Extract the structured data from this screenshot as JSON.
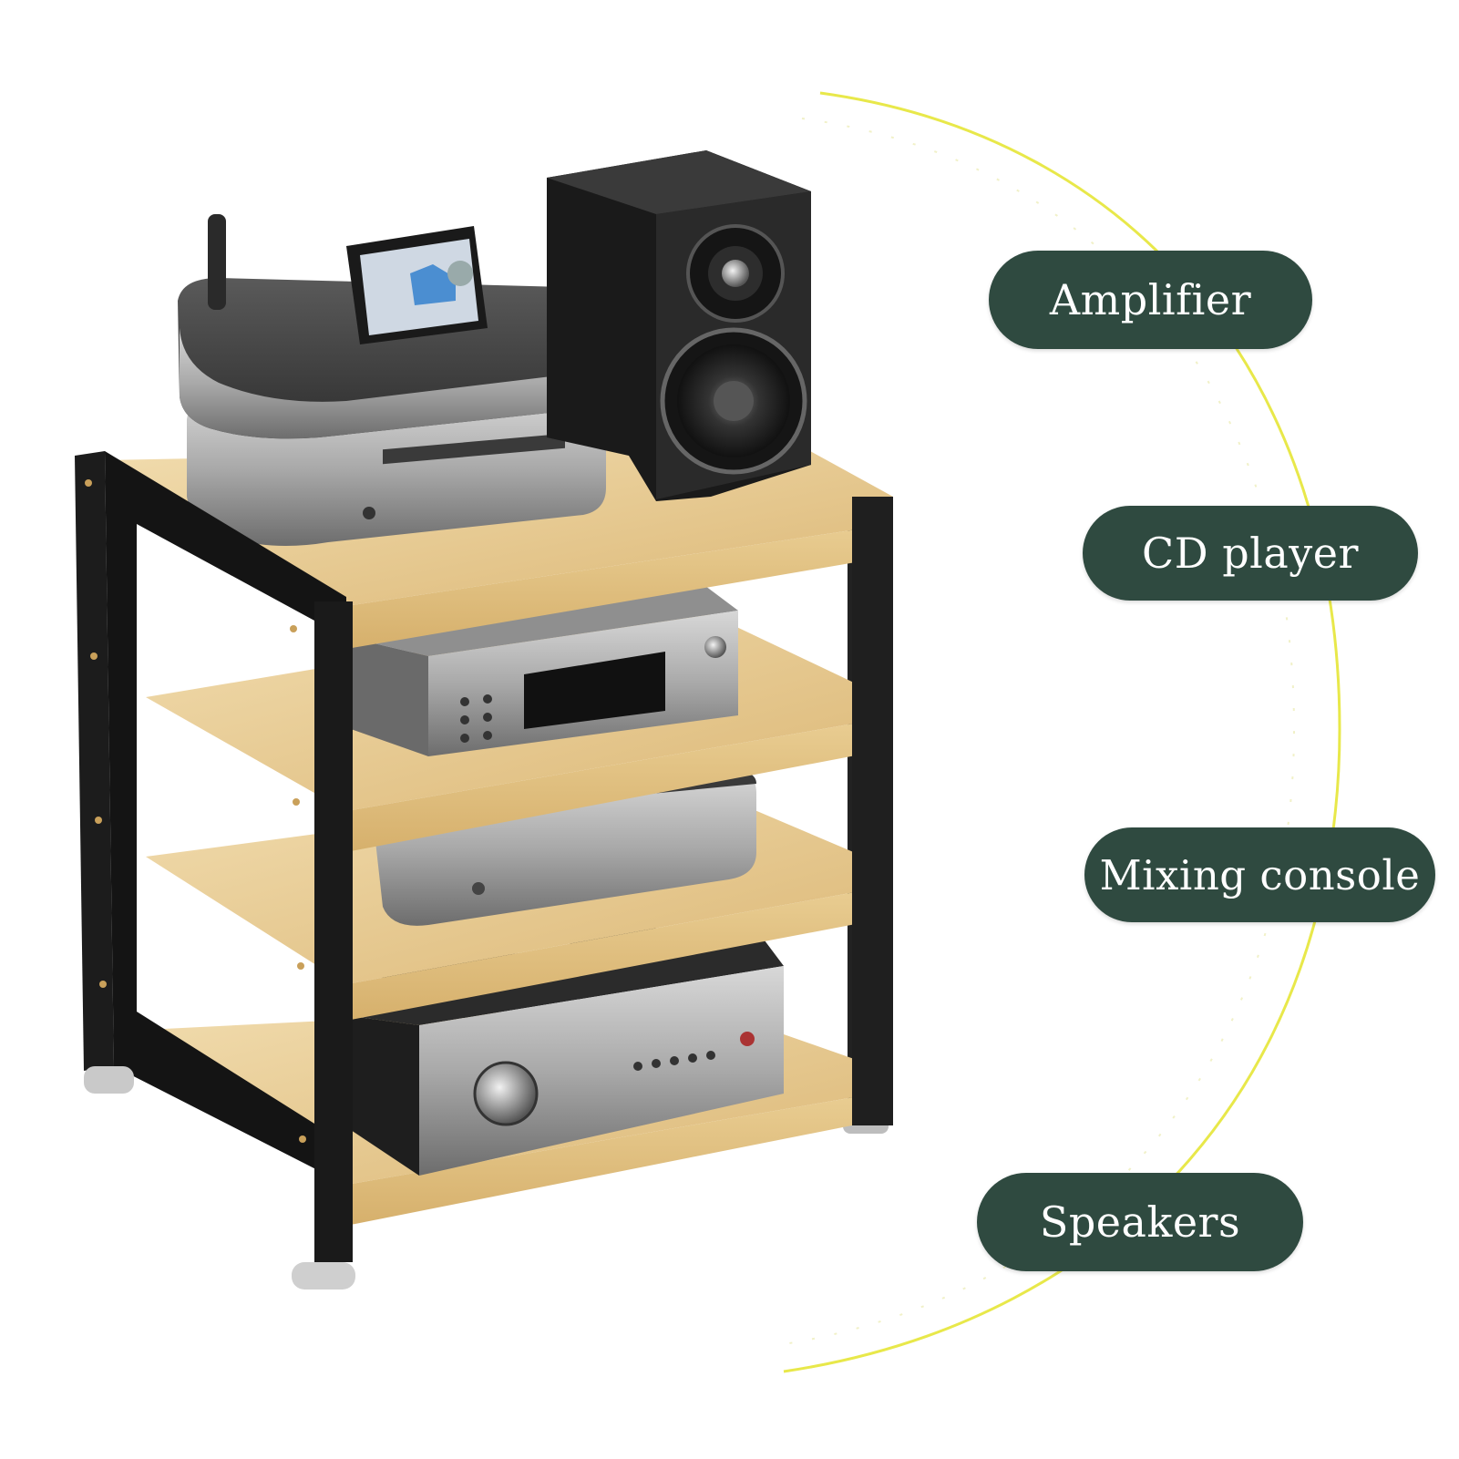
{
  "labels": {
    "amplifier": "Amplifier",
    "cd_player": "CD player",
    "mixing_console": "Mixing console",
    "speakers": "Speakers"
  },
  "colors": {
    "pill_background": "#2f4a40",
    "pill_text": "#ffffff",
    "arc_accent": "#e8e84a",
    "wood": "#e6c890",
    "frame": "#1c1c1c",
    "device_silver": "#9a9a9a"
  }
}
